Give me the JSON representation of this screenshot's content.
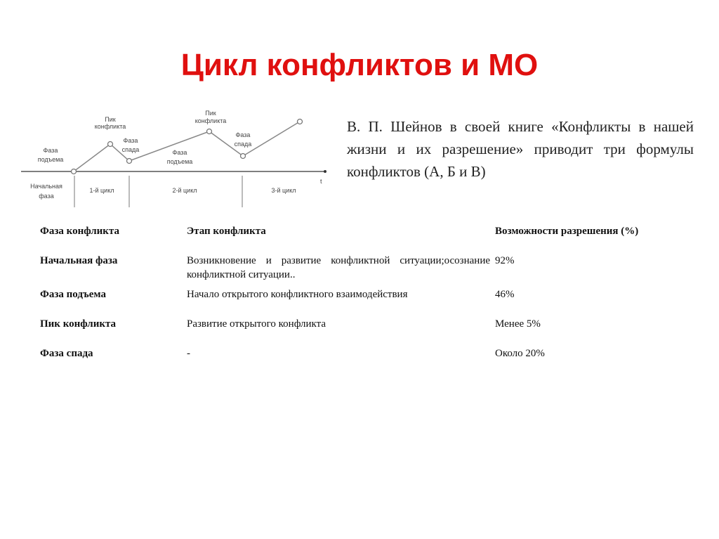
{
  "title": "Цикл конфликтов и МО",
  "intro": "В. П. Шейнов в своей книге «Конфликты в нашей жизни и их разрешение» приводит три формулы конфликтов (А, Б и В)",
  "diagram": {
    "labels": {
      "rise1": [
        "Фаза",
        "подъема"
      ],
      "peak1": [
        "Пик",
        "конфликта"
      ],
      "fall1": [
        "Фаза",
        "спада"
      ],
      "rise2": [
        "Фаза",
        "подъема"
      ],
      "peak2": [
        "Пик",
        "конфликта"
      ],
      "fall2": [
        "Фаза",
        "спада"
      ],
      "axis": "t",
      "initial": [
        "Начальная",
        "фаза"
      ],
      "cycle1": "1-й цикл",
      "cycle2": "2-й цикл",
      "cycle3": "3-й цикл"
    }
  },
  "table": {
    "headers": [
      "Фаза конфликта",
      "Этап конфликта",
      "Возможности разрешения (%)"
    ],
    "rows": [
      [
        "Начальная фаза",
        "Возникновение и развитие конфликтной ситуации;осознание конфликтной ситуации..",
        "92%"
      ],
      [
        "Фаза подъема",
        "Начало открытого конфликтного взаимодействия",
        "46%"
      ],
      [
        "Пик конфликта",
        "Развитие открытого конфликта",
        "Менее 5%"
      ],
      [
        "Фаза спада",
        "-",
        "Около 20%"
      ]
    ]
  }
}
